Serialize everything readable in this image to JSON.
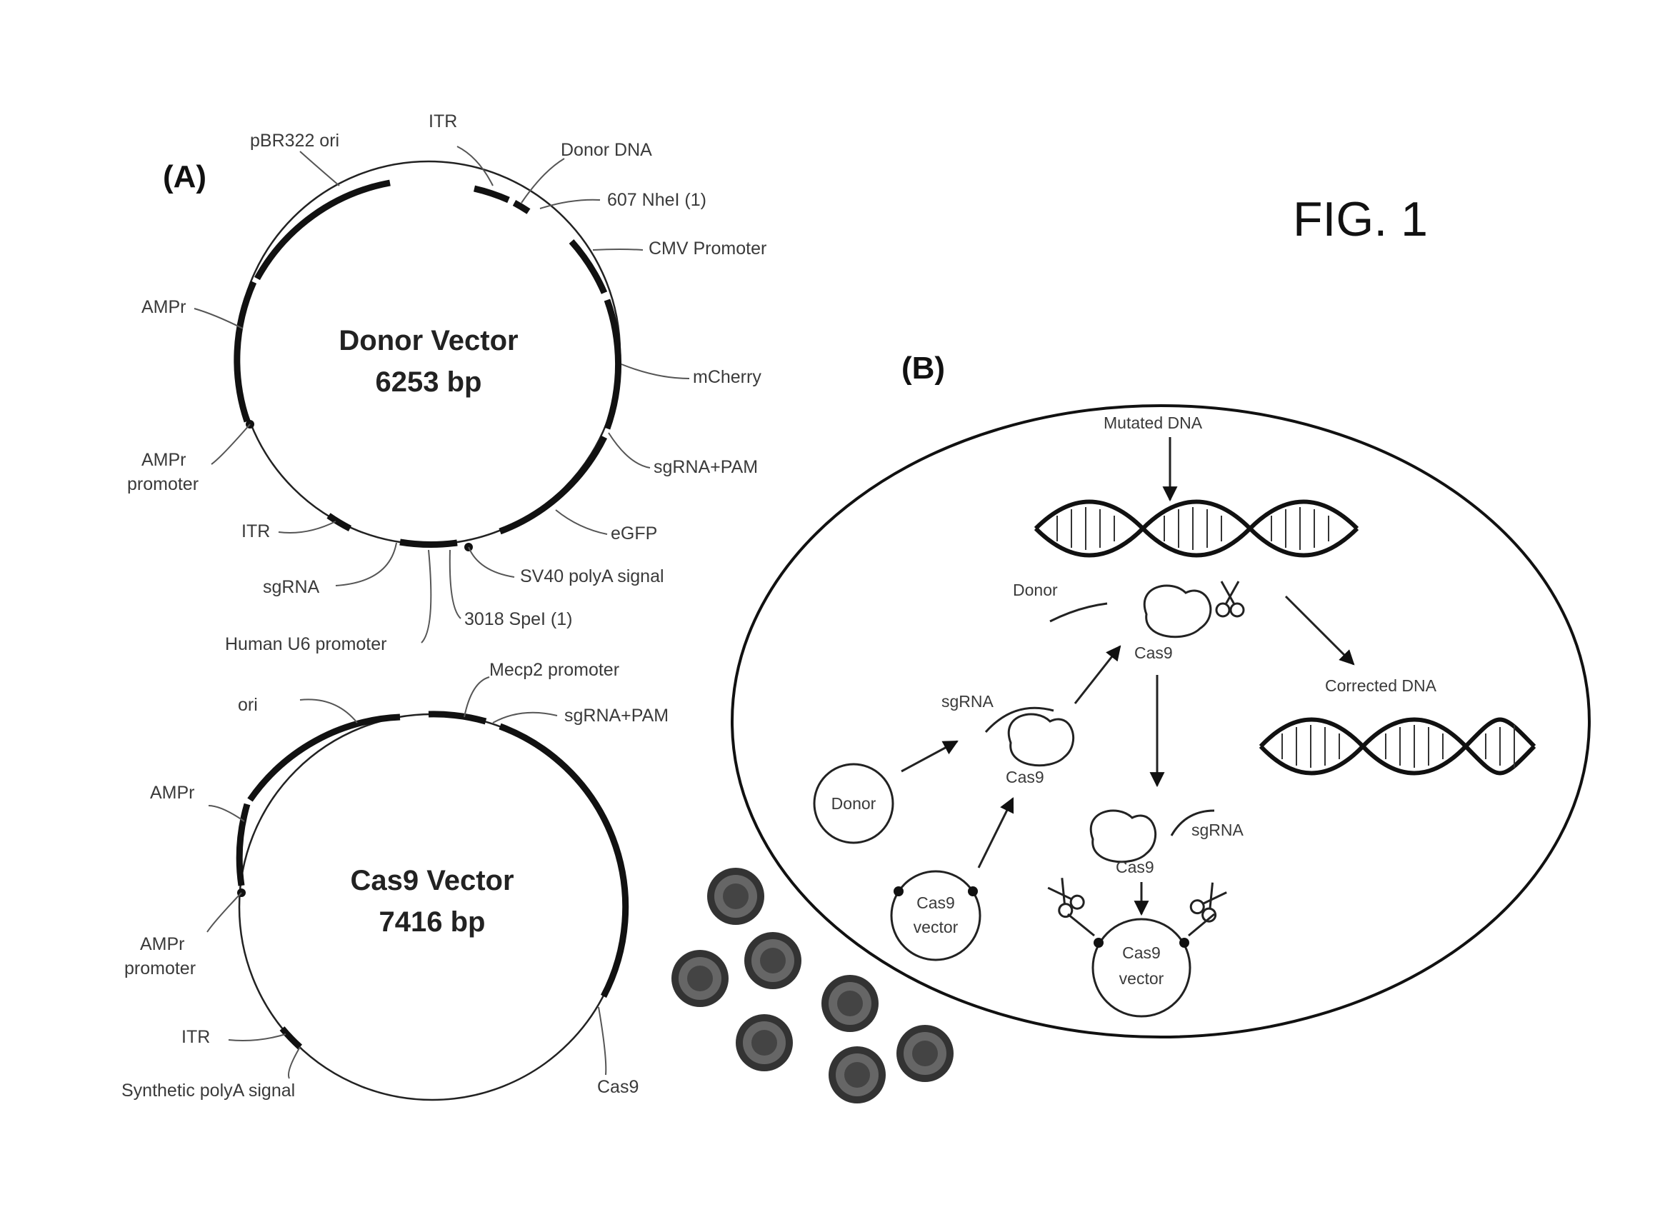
{
  "figure_label": "FIG. 1",
  "panel_a": {
    "label": "(A)",
    "donor_vector": {
      "name": "Donor Vector",
      "size": "6253 bp",
      "features": {
        "pbr322_ori": "pBR322 ori",
        "itr_top": "ITR",
        "donor_dna": "Donor DNA",
        "nhei": "607 NheI (1)",
        "cmv": "CMV Promoter",
        "mcherry": "mCherry",
        "sgrna_pam": "sgRNA+PAM",
        "egfp": "eGFP",
        "sv40": "SV40 polyA signal",
        "spei": "3018 SpeI (1)",
        "u6": "Human U6 promoter",
        "sgrna": "sgRNA",
        "itr_bottom": "ITR",
        "ampr_promoter_1": "AMPr",
        "ampr_promoter_2": "promoter",
        "ampr": "AMPr"
      }
    },
    "cas9_vector": {
      "name": "Cas9 Vector",
      "size": "7416 bp",
      "features": {
        "ori": "ori",
        "mecp2": "Mecp2 promoter",
        "sgrna_pam": "sgRNA+PAM",
        "ampr": "AMPr",
        "ampr_promoter_1": "AMPr",
        "ampr_promoter_2": "promoter",
        "itr": "ITR",
        "polya": "Synthetic polyA signal",
        "cas9": "Cas9"
      }
    }
  },
  "panel_b": {
    "label": "(B)",
    "mutated_dna": "Mutated DNA",
    "corrected_dna": "Corrected DNA",
    "donor_strand": "Donor",
    "cas9_top": "Cas9",
    "sgrna_left": "sgRNA",
    "cas9_left": "Cas9",
    "donor_circle": "Donor",
    "cas9_vector_left_1": "Cas9",
    "cas9_vector_left_2": "vector",
    "cas9_mid": "Cas9",
    "sgrna_mid": "sgRNA",
    "cas9_vector_bottom_1": "Cas9",
    "cas9_vector_bottom_2": "vector"
  }
}
